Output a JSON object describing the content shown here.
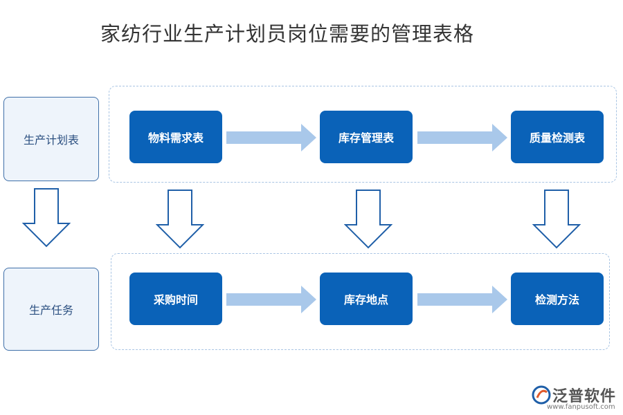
{
  "title": "家纺行业生产计划员岗位需要的管理表格",
  "side_labels": {
    "top": "生产计划表",
    "bottom": "生产任务"
  },
  "row1": [
    "物料需求表",
    "库存管理表",
    "质量检测表"
  ],
  "row2": [
    "采购时间",
    "库存地点",
    "检测方法"
  ],
  "logo": {
    "name": "泛普软件",
    "url": "www.fanpusoft.com"
  },
  "colors": {
    "node": "#0a62b8",
    "arrow_fill": "#a9c8ea",
    "arrow_outline": "#1f5fa8",
    "side_bg": "#eef4fb"
  }
}
